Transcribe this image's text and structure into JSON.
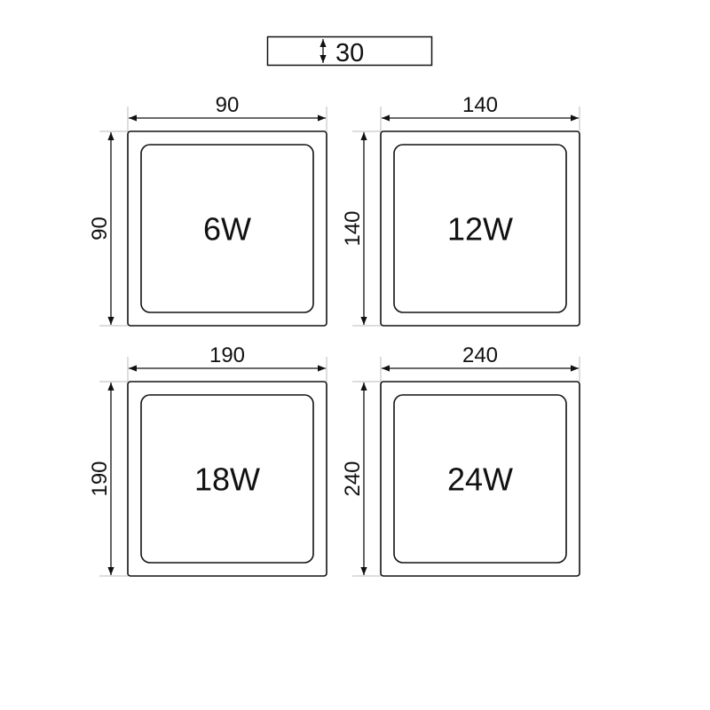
{
  "thickness": {
    "label": "30",
    "icon": "double-arrow-vertical-icon"
  },
  "panels": [
    {
      "power": "6W",
      "width": "90",
      "height": "90"
    },
    {
      "power": "12W",
      "width": "140",
      "height": "140"
    },
    {
      "power": "18W",
      "width": "190",
      "height": "190"
    },
    {
      "power": "24W",
      "width": "240",
      "height": "240"
    }
  ],
  "colors": {
    "line": "#111111",
    "extension": "#bbbbbb"
  }
}
